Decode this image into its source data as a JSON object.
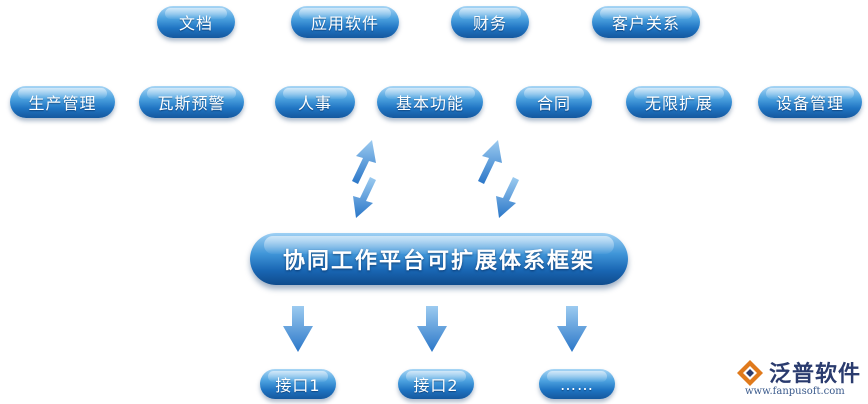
{
  "top_row": [
    "文档",
    "应用软件",
    "财务",
    "客户关系"
  ],
  "second_row": [
    "生产管理",
    "瓦斯预警",
    "人事",
    "基本功能",
    "合同",
    "无限扩展",
    "设备管理"
  ],
  "central_framework": "协同工作平台可扩展体系框架",
  "interfaces": [
    "接口1",
    "接口2",
    "……"
  ],
  "logo": {
    "name": "泛普软件",
    "url": "www.fanpusoft.com",
    "accent_color": "#e07a1c",
    "text_color": "#2a3b6e"
  },
  "colors": {
    "pill_top": "#a9d6f5",
    "pill_bottom": "#15589e",
    "arrow": "#3b86d6"
  }
}
